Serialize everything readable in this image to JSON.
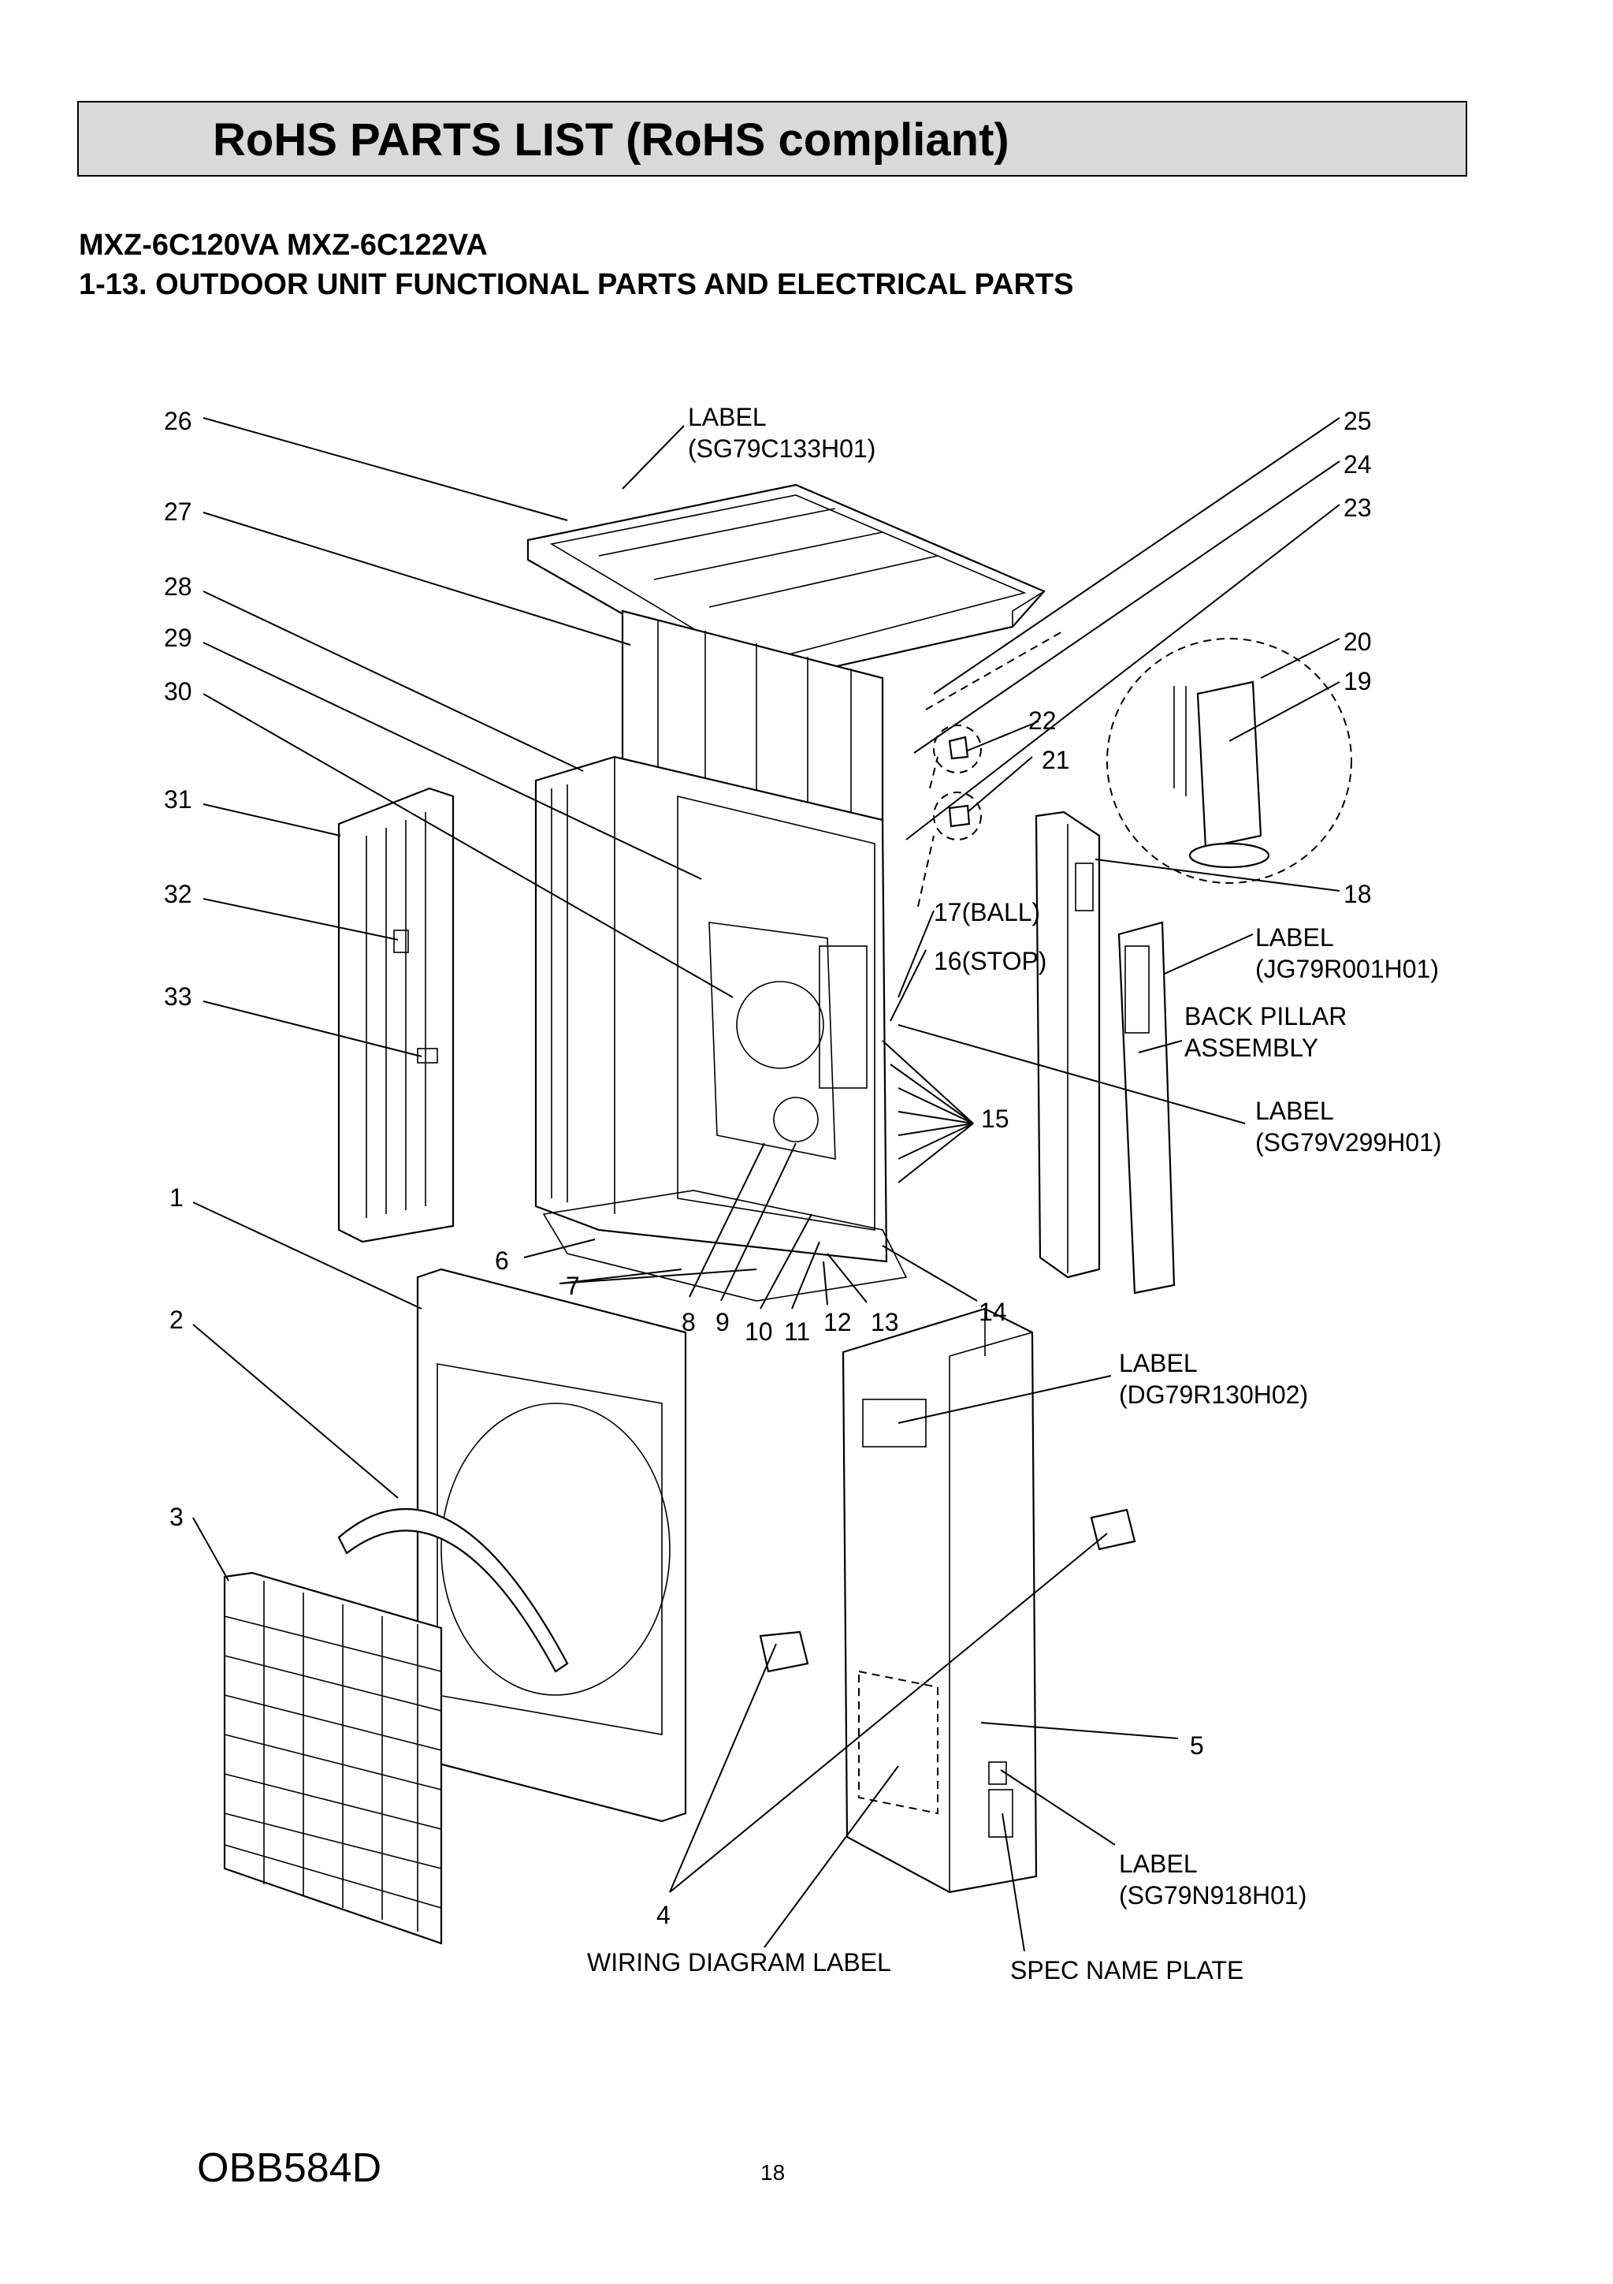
{
  "header": {
    "title": "RoHS PARTS LIST (RoHS compliant)",
    "models": "MXZ-6C120VA   MXZ-6C122VA",
    "section": "1-13. OUTDOOR UNIT FUNCTIONAL PARTS AND ELECTRICAL PARTS"
  },
  "callouts": {
    "n1": "1",
    "n2": "2",
    "n3": "3",
    "n4": "4",
    "n5": "5",
    "n6": "6",
    "n7": "7",
    "n8": "8",
    "n9": "9",
    "n10": "10",
    "n11": "11",
    "n12": "12",
    "n13": "13",
    "n14": "14",
    "n15": "15",
    "n16": "16(STOP)",
    "n17": "17(BALL)",
    "n18": "18",
    "n19": "19",
    "n20": "20",
    "n21": "21",
    "n22": "22",
    "n23": "23",
    "n24": "24",
    "n25": "25",
    "n26": "26",
    "n27": "27",
    "n28": "28",
    "n29": "29",
    "n30": "30",
    "n31": "31",
    "n32": "32",
    "n33": "33"
  },
  "labels": {
    "top_label_1": "LABEL",
    "top_label_2": "(SG79C133H01)",
    "jg_label_1": "LABEL",
    "jg_label_2": "(JG79R001H01)",
    "back_pillar_1": "BACK PILLAR",
    "back_pillar_2": "ASSEMBLY",
    "sgv_label_1": "LABEL",
    "sgv_label_2": "(SG79V299H01)",
    "dg_label_1": "LABEL",
    "dg_label_2": "(DG79R130H02)",
    "sgn_label_1": "LABEL",
    "sgn_label_2": "(SG79N918H01)",
    "wiring_diagram_label": "WIRING DIAGRAM LABEL",
    "spec_name_plate": "SPEC NAME PLATE"
  },
  "footer": {
    "doc_code": "OBB584D",
    "page_number": "18"
  }
}
